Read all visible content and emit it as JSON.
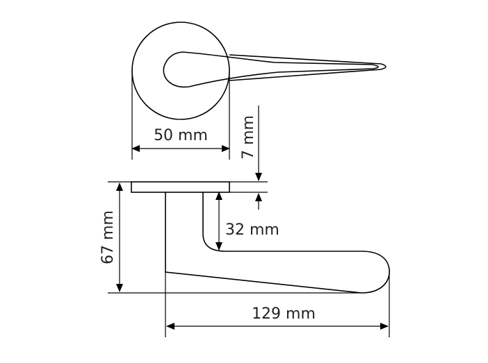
{
  "dimensions": {
    "rosette_diameter": "50 mm",
    "rosette_thickness": "7 mm",
    "handle_clearance": "32 mm",
    "handle_height": "67 mm",
    "handle_length": "129 mm"
  }
}
